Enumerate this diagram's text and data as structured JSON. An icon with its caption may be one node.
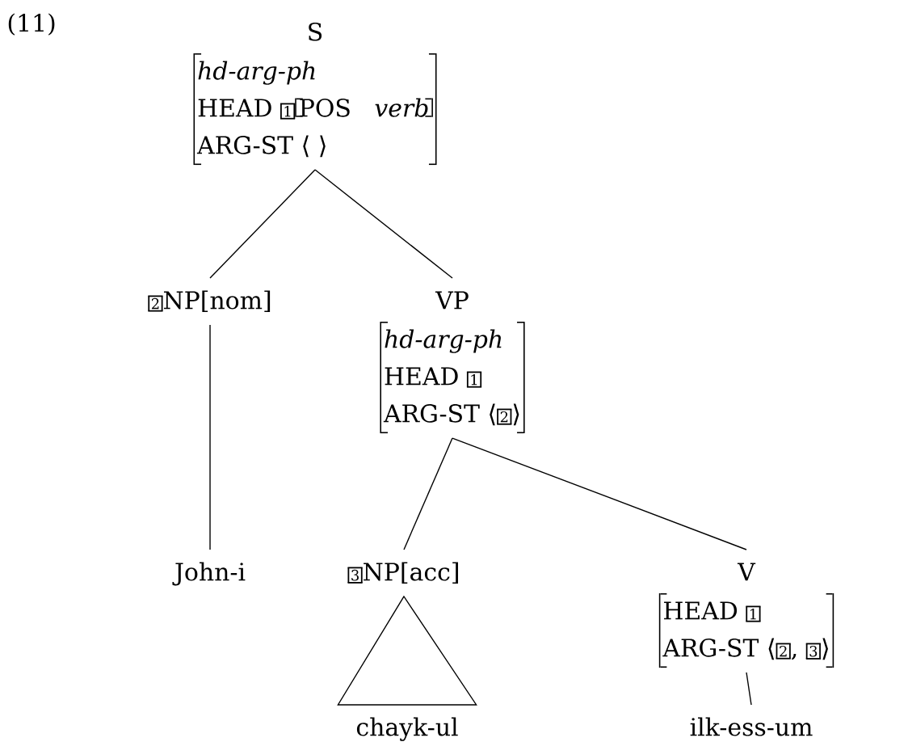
{
  "diagram": {
    "nodes": [
      {
        "text": [
          "S",
          "hd-arg-ph",
          "HEAD",
          "1",
          "POS",
          "verb",
          "ARG-ST ⟨ ⟩"
        ]
      },
      {
        "text": [
          "2",
          "NP[nom]"
        ]
      },
      {
        "text": [
          "VP",
          "hd-arg-ph",
          "HEAD",
          "1",
          "ARG-ST ⟨",
          "2",
          "⟩"
        ]
      },
      {
        "text": [
          "John-i"
        ]
      },
      {
        "text": [
          "3",
          "NP[acc]"
        ]
      },
      {
        "text": [
          "V",
          "HEAD",
          "1",
          "ARG-ST ⟨",
          "2",
          ",",
          "3",
          "⟩"
        ]
      },
      {
        "text": [
          "chayk-ul"
        ]
      },
      {
        "text": [
          "ilk-ess-um"
        ]
      }
    ],
    "edges": [
      {
        "from": 0,
        "to": 1,
        "arrow": "none"
      },
      {
        "from": 0,
        "to": 2,
        "arrow": "none"
      },
      {
        "from": 1,
        "to": 3,
        "arrow": "none"
      },
      {
        "from": 2,
        "to": 4,
        "arrow": "none"
      },
      {
        "from": 2,
        "to": 5,
        "arrow": "none"
      },
      {
        "from": 4,
        "to": 6,
        "arrow": "none"
      },
      {
        "from": 5,
        "to": 7,
        "arrow": "none"
      }
    ],
    "labels": [
      "(11)"
    ]
  }
}
